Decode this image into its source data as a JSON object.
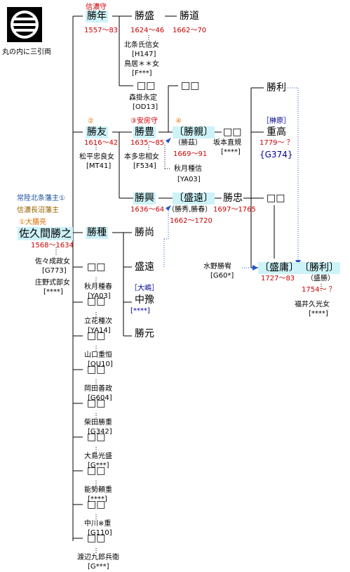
{
  "crest": {
    "caption": "丸の内に三引両"
  },
  "root": {
    "title1": "常陸北条藩主①",
    "title2": "信濃長沼藩主",
    "title3": "①大膳亮",
    "name": "佐久間勝之",
    "years": "1568〜1634",
    "wife1": "佐々成政女",
    "wife1_code": "[G773]",
    "wife2": "庄野式部女",
    "wife2_code": "[****]"
  },
  "gen2": {
    "katsutoshi": {
      "title": "信濃守",
      "name": "勝年",
      "years": "1557〜83"
    },
    "katsutomo": {
      "title": "②",
      "name": "勝友",
      "years": "1616〜42",
      "wife": "松平忠良女",
      "wife_code": "[MT41]"
    },
    "katsutane": {
      "name": "勝種"
    },
    "child1": {
      "name": "□□",
      "wife": "秋月種春",
      "code": "[YA03]"
    },
    "child2": {
      "name": "□□",
      "wife": "立花種次",
      "code": "[YA14]"
    },
    "child3": {
      "name": "□□",
      "wife": "山口重恒",
      "code": "[OU10]"
    },
    "child4": {
      "name": "□□",
      "wife": "岡田善政",
      "code": "[G604]"
    },
    "child5": {
      "name": "□□",
      "wife": "柴田勝重",
      "code": "[G342]"
    },
    "child6": {
      "name": "□□",
      "wife": "大島光盛",
      "code": "[G***]"
    },
    "child7": {
      "name": "□□",
      "wife": "能勢頼重",
      "code": "[****]"
    },
    "child8": {
      "name": "□□",
      "wife": "中川※重",
      "code": "[G110]"
    },
    "child9": {
      "name": "□□",
      "wife": "渡辺九郎兵衛",
      "code": "[G***]"
    }
  },
  "gen3": {
    "katsumori": {
      "name": "勝盛",
      "years": "1624〜46",
      "wife1": "北条氏信女",
      "wife1_code": "[H147]",
      "wife2": "鳥居＊＊女",
      "wife2_code": "[F***]"
    },
    "unknown1": {
      "name": "□□",
      "wife": "森掛永定",
      "code": "[OD13]"
    },
    "katsutoyo": {
      "title": "③安房守",
      "name": "勝豊",
      "years": "1635〜85",
      "wife": "本多忠相女",
      "wife_code": "[F534]"
    },
    "katsuoki": {
      "name": "勝興",
      "years": "1636〜64"
    },
    "katsunao": {
      "name": "勝尚"
    },
    "moritou": {
      "name": "盛遠"
    },
    "nakayoshi_clan": "［大嶋］",
    "nakayoshi": "中豫",
    "nakayoshi_code": "[****]",
    "katsumoto": {
      "name": "勝元"
    }
  },
  "gen4": {
    "katsumichi": {
      "name": "勝道",
      "years": "1662〜70"
    },
    "unknown2": {
      "name": "□□"
    },
    "katsuchika": {
      "title": "④",
      "name": "〔勝親〕",
      "alias": "（勝茲）",
      "years": "1669〜91"
    },
    "akizuki": {
      "name": "秋月種信",
      "code": "[YA03]"
    },
    "moritou2": {
      "name": "〔盛遠〕",
      "alias": "（勝秀,勝春）",
      "years": "1662〜1720"
    }
  },
  "gen5": {
    "unknown3": {
      "name": "□□",
      "wife": "坂本直規",
      "code": "[****]"
    },
    "katsutada": {
      "name": "勝忠",
      "years": "1697〜1765"
    }
  },
  "gen6": {
    "katsutoshi2": {
      "name": "勝利"
    },
    "shigetaka": {
      "clan": "［榊原］",
      "name": "重高",
      "years": "1779〜 ？",
      "code": "{G374}"
    },
    "unknown4": {
      "name": "□□"
    },
    "moriyasu": {
      "name": "〔盛庸〕",
      "years": "1727〜83",
      "adopter": "水野勝宥",
      "adopter_code": "[G60*]"
    }
  },
  "gen7": {
    "katsutoshi3": {
      "name": "〔勝利〕",
      "alias": "（盛勝）",
      "years": "1754〜 ？",
      "wife": "福井久光女",
      "wife_code": "[****]"
    }
  }
}
